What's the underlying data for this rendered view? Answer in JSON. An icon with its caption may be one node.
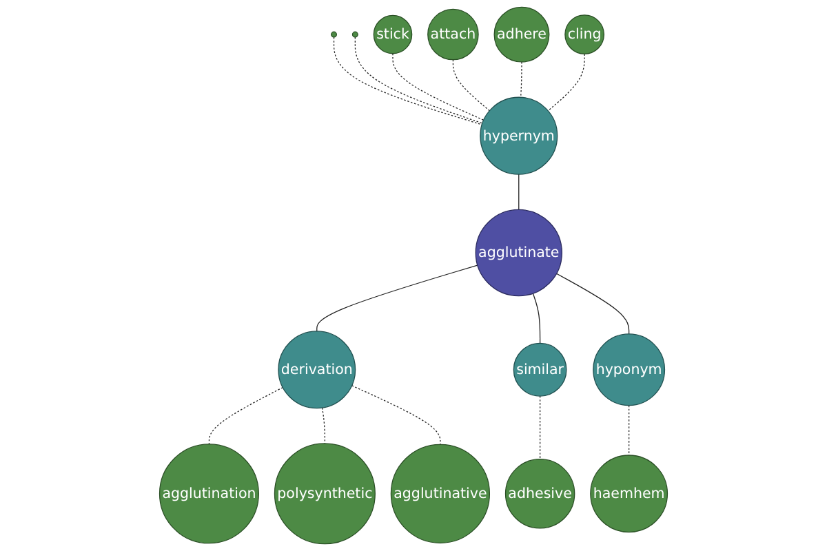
{
  "diagram": {
    "nodes": [
      {
        "text": [],
        "shape": "circle"
      },
      {
        "text": [],
        "shape": "circle"
      },
      {
        "text": [
          "stick"
        ]
      },
      {
        "text": [
          "attach"
        ]
      },
      {
        "text": [
          "adhere"
        ]
      },
      {
        "text": [
          "hypernym"
        ]
      },
      {
        "text": [
          "cling"
        ]
      },
      {
        "text": [
          "agglutination"
        ]
      },
      {
        "text": [
          "polysynthetic"
        ]
      },
      {
        "text": [
          "derivation"
        ]
      },
      {
        "text": [
          "agglutinate"
        ]
      },
      {
        "text": [
          "agglutinative"
        ]
      },
      {
        "text": [
          "similar"
        ]
      },
      {
        "text": [
          "hyponym"
        ]
      },
      {
        "text": [
          "adhesive"
        ]
      },
      {
        "text": [
          "haemhem"
        ]
      }
    ],
    "edges": [
      {
        "from": 0,
        "to": 5,
        "arrow": "none",
        "style": "dashed"
      },
      {
        "from": 1,
        "to": 5,
        "arrow": "none",
        "style": "dashed"
      },
      {
        "from": 2,
        "to": 5,
        "arrow": "none",
        "style": "dashed"
      },
      {
        "from": 3,
        "to": 5,
        "arrow": "none",
        "style": "dashed"
      },
      {
        "from": 4,
        "to": 5,
        "arrow": "none",
        "style": "dashed"
      },
      {
        "from": 6,
        "to": 5,
        "arrow": "none",
        "style": "dashed"
      },
      {
        "from": 5,
        "to": 10,
        "arrow": "none"
      },
      {
        "from": 10,
        "to": 9,
        "arrow": "none"
      },
      {
        "from": 10,
        "to": 12,
        "arrow": "none"
      },
      {
        "from": 10,
        "to": 13,
        "arrow": "none"
      },
      {
        "from": 9,
        "to": 7,
        "arrow": "none",
        "style": "dashed"
      },
      {
        "from": 9,
        "to": 8,
        "arrow": "none",
        "style": "dashed"
      },
      {
        "from": 9,
        "to": 11,
        "arrow": "none",
        "style": "dashed"
      },
      {
        "from": 12,
        "to": 14,
        "arrow": "none",
        "style": "dashed"
      },
      {
        "from": 13,
        "to": 15,
        "arrow": "none",
        "style": "dashed"
      }
    ]
  }
}
